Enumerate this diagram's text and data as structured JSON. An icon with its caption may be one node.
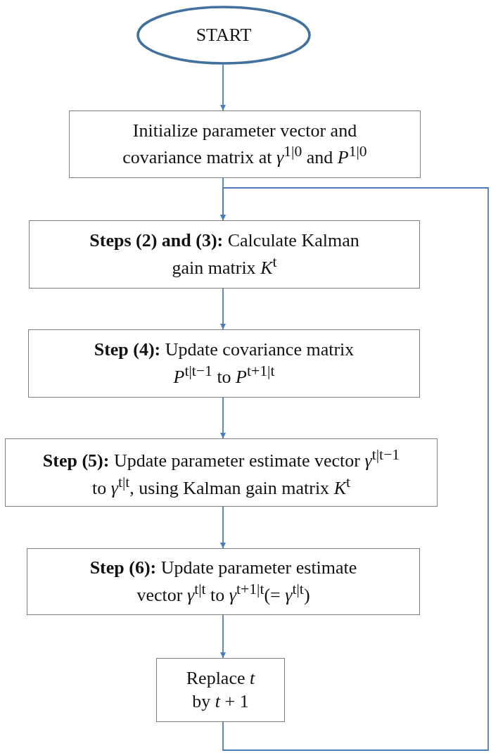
{
  "diagram": {
    "nodes": [
      {
        "text": [
          "START"
        ]
      },
      {
        "text": [
          "Initialize parameter vector and covariance matrix at *γ*$^{1|0}$ and *P*$^{1|0}$"
        ]
      },
      {
        "text": [
          "**Steps (2) and (3):** Calculate Kalman gain matrix *K*$^{t}$"
        ]
      },
      {
        "text": [
          "**Step (4):** Update covariance matrix *P*$^{t|t−1}$ to *P*$^{t+1|t}$"
        ]
      },
      {
        "text": [
          "**Step (5):** Update parameter estimate vector *γ*$^{t|t−1}$ to *γ*$^{t|t}$, using Kalman gain matrix *K*$^{t}$"
        ]
      },
      {
        "text": [
          "**Step (6):** Update parameter estimate vector *γ*$^{t|t}$ to *γ*$^{t+1|t}$(= *γ*$^{t|t}$)"
        ]
      },
      {
        "text": [
          "Replace *t* by *t* + 1"
        ]
      }
    ],
    "edges": [
      {
        "from": 0,
        "to": 1,
        "arrow": "to"
      },
      {
        "from": 1,
        "to": 2,
        "arrow": "to"
      },
      {
        "from": 2,
        "to": 3,
        "arrow": "to"
      },
      {
        "from": 3,
        "to": 4,
        "arrow": "to"
      },
      {
        "from": 4,
        "to": 5,
        "arrow": "to"
      },
      {
        "from": 5,
        "to": 6,
        "arrow": "to"
      },
      {
        "from": 6,
        "to": 2,
        "arrow": "to"
      }
    ]
  }
}
